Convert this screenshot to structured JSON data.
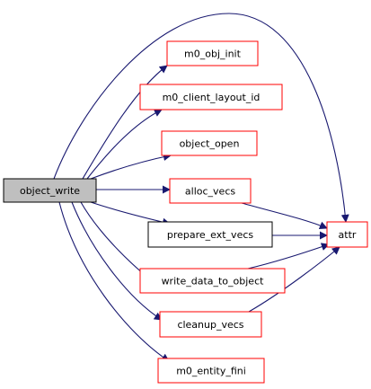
{
  "colors": {
    "edge": "#191970",
    "border_red": "#ff0000",
    "border_black": "#000000",
    "root_fill": "#bfbfbf",
    "node_fill": "#ffffff"
  },
  "nodes": {
    "object_write": {
      "label": "object_write",
      "style": "root"
    },
    "m0_obj_init": {
      "label": "m0_obj_init",
      "style": "red"
    },
    "m0_client_layout_id": {
      "label": "m0_client_layout_id",
      "style": "red"
    },
    "object_open": {
      "label": "object_open",
      "style": "red"
    },
    "alloc_vecs": {
      "label": "alloc_vecs",
      "style": "red"
    },
    "prepare_ext_vecs": {
      "label": "prepare_ext_vecs",
      "style": "black"
    },
    "write_data_to_object": {
      "label": "write_data_to_object",
      "style": "red"
    },
    "cleanup_vecs": {
      "label": "cleanup_vecs",
      "style": "red"
    },
    "m0_entity_fini": {
      "label": "m0_entity_fini",
      "style": "red"
    },
    "attr": {
      "label": "attr",
      "style": "red"
    }
  },
  "edges": [
    {
      "from": "object_write",
      "to": "m0_obj_init"
    },
    {
      "from": "object_write",
      "to": "m0_client_layout_id"
    },
    {
      "from": "object_write",
      "to": "object_open"
    },
    {
      "from": "object_write",
      "to": "alloc_vecs"
    },
    {
      "from": "object_write",
      "to": "prepare_ext_vecs"
    },
    {
      "from": "object_write",
      "to": "write_data_to_object"
    },
    {
      "from": "object_write",
      "to": "cleanup_vecs"
    },
    {
      "from": "object_write",
      "to": "m0_entity_fini"
    },
    {
      "from": "object_write",
      "to": "attr"
    },
    {
      "from": "alloc_vecs",
      "to": "attr"
    },
    {
      "from": "prepare_ext_vecs",
      "to": "attr"
    },
    {
      "from": "write_data_to_object",
      "to": "attr"
    },
    {
      "from": "cleanup_vecs",
      "to": "attr"
    }
  ]
}
